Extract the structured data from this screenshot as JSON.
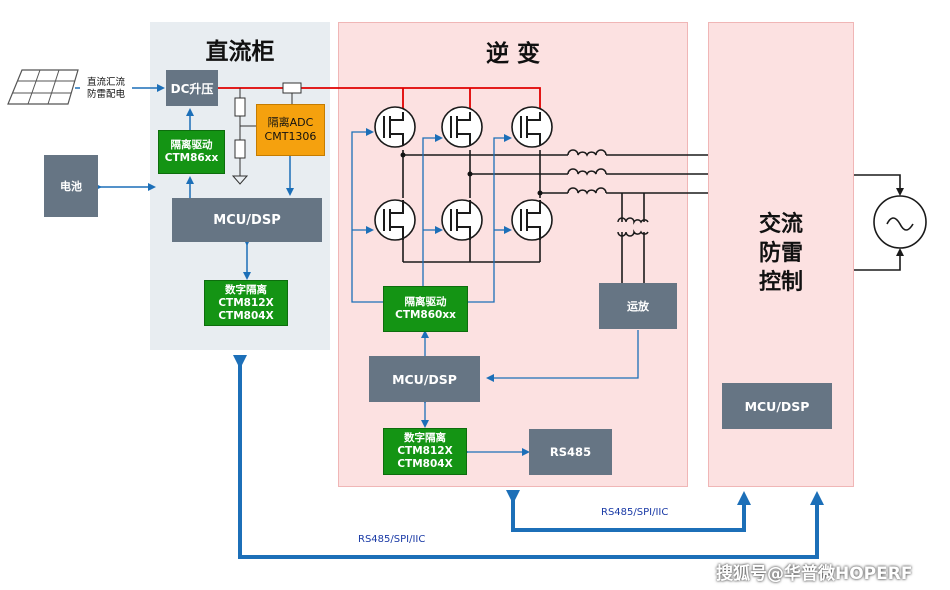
{
  "panels": {
    "dc_title": "直流柜",
    "inv_title": "逆 变",
    "ac_title_lines": [
      "交流",
      "防雷",
      "控制"
    ]
  },
  "blocks": {
    "solar_label_lines": [
      "直流汇流",
      "防雷配电"
    ],
    "battery": "电池",
    "dc_boost": "DC升压",
    "isolated_adc_lines": [
      "隔离ADC",
      "CMT1306"
    ],
    "dc_driver_lines": [
      "隔离驱动",
      "CTM86xx"
    ],
    "dc_mcu": "MCU/DSP",
    "dc_digital_iso_lines": [
      "数字隔离",
      "CTM812X",
      "CTM804X"
    ],
    "inv_driver_lines": [
      "隔离驱动",
      "CTM860xx"
    ],
    "inv_mcu": "MCU/DSP",
    "inv_digital_iso_lines": [
      "数字隔离",
      "CTM812X",
      "CTM804X"
    ],
    "rs485": "RS485",
    "opamp": "运放",
    "ac_mcu": "MCU/DSP"
  },
  "bus_labels": {
    "inner": "RS485/SPI/IIC",
    "outer": "RS485/SPI/IIC"
  },
  "watermark": "搜狐号@华普微HOPERF",
  "colors": {
    "bus_blue": "#1c6fb8",
    "block_gray": "#667584",
    "block_green": "#149414",
    "adc_orange": "#f5a10e",
    "power_red": "#e00000"
  }
}
